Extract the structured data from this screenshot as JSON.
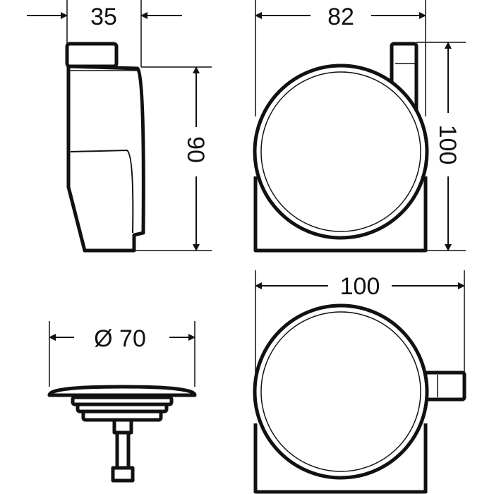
{
  "dimensions": {
    "side_width": "35",
    "side_height": "90",
    "front_width": "82",
    "front_height": "100",
    "bottom_width": "100",
    "plug_diameter": "Ø 70"
  },
  "colors": {
    "line": "#111111",
    "background": "#ffffff"
  }
}
